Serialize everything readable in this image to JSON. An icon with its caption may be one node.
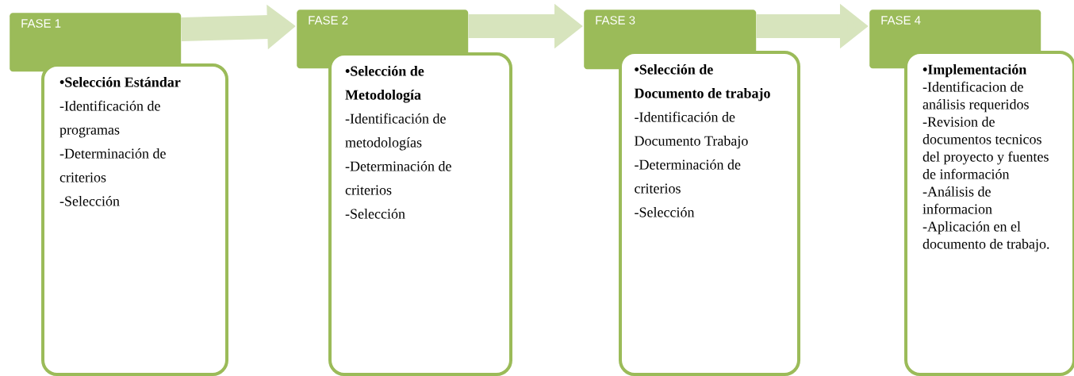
{
  "diagram": {
    "nodes": [
      {
        "text": [
          "FASE 1"
        ]
      },
      {
        "text": [
          "•Selección Estándar",
          "-Identificación de programas",
          "-Determinación de criterios",
          "-Selección"
        ]
      },
      {
        "text": [
          "FASE 2"
        ]
      },
      {
        "text": [
          "•Selección de Metodología",
          "-Identificación de metodologías",
          "-Determinación de criterios",
          "-Selección"
        ]
      },
      {
        "text": [
          "FASE 3"
        ]
      },
      {
        "text": [
          "•Selección de Documento de trabajo",
          "-Identificación de Documento Trabajo",
          "-Determinación de criterios",
          "-Selección"
        ]
      },
      {
        "text": [
          "FASE 4"
        ]
      },
      {
        "text": [
          "•Implementación",
          "-Identificacion de análisis requeridos",
          "-Revision de documentos tecnicos del proyecto y fuentes de información",
          "-Análisis de informacion",
          "-Aplicación en el documento de trabajo."
        ]
      }
    ],
    "edges": [
      {
        "from": 0,
        "to": 2,
        "arrow": "to"
      },
      {
        "from": 2,
        "to": 4,
        "arrow": "to"
      },
      {
        "from": 4,
        "to": 6,
        "arrow": "to"
      }
    ]
  }
}
